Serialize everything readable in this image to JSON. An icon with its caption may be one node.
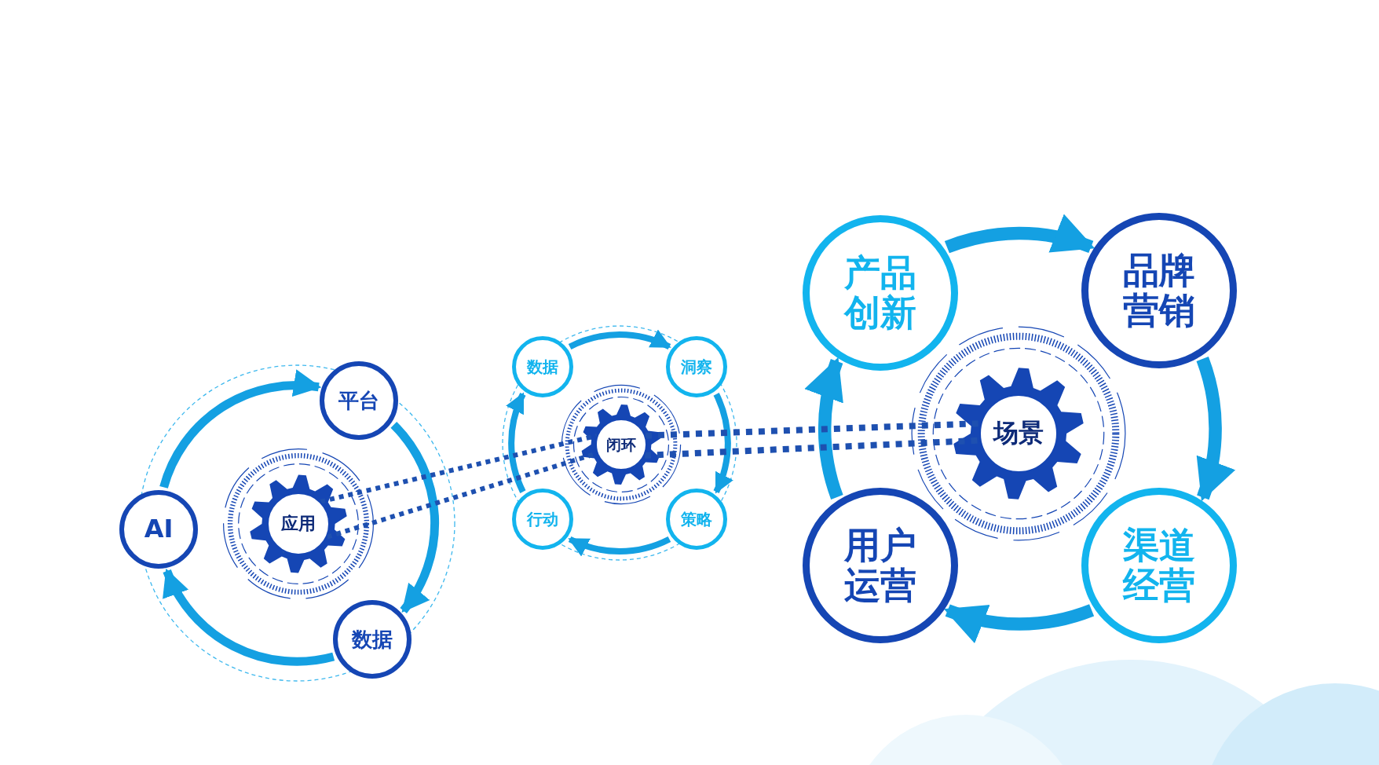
{
  "diagram": {
    "nodes": [
      {
        "text": [
          "平台"
        ]
      },
      {
        "text": [
          "AI"
        ]
      },
      {
        "text": [
          "数据"
        ]
      },
      {
        "text": [
          "应用"
        ]
      },
      {
        "text": [
          "数据"
        ]
      },
      {
        "text": [
          "洞察"
        ]
      },
      {
        "text": [
          "闭环"
        ]
      },
      {
        "text": [
          "行动"
        ]
      },
      {
        "text": [
          "策略"
        ]
      },
      {
        "text": [
          "产品创新"
        ]
      },
      {
        "text": [
          "品牌营销"
        ]
      },
      {
        "text": [
          "场景"
        ]
      },
      {
        "text": [
          "用户运营"
        ]
      },
      {
        "text": [
          "渠道经营"
        ]
      }
    ],
    "edges": [
      {
        "from": 0,
        "to": 2,
        "arrow": "to"
      },
      {
        "from": 2,
        "to": 1,
        "arrow": "to"
      },
      {
        "from": 1,
        "to": 0,
        "arrow": "to"
      },
      {
        "from": 4,
        "to": 5,
        "arrow": "to"
      },
      {
        "from": 5,
        "to": 8,
        "arrow": "to"
      },
      {
        "from": 8,
        "to": 7,
        "arrow": "to"
      },
      {
        "from": 7,
        "to": 4,
        "arrow": "to"
      },
      {
        "from": 9,
        "to": 10,
        "arrow": "to",
        "style": "thick"
      },
      {
        "from": 10,
        "to": 13,
        "arrow": "to",
        "style": "thick"
      },
      {
        "from": 13,
        "to": 12,
        "arrow": "to",
        "style": "thick"
      },
      {
        "from": 12,
        "to": 9,
        "arrow": "to",
        "style": "thick"
      },
      {
        "from": 3,
        "to": 6,
        "arrow": "none",
        "style": "dashed",
        "color": "#1e50b0"
      },
      {
        "from": 3,
        "to": 6,
        "arrow": "none",
        "style": "dashed",
        "color": "#1e50b0"
      },
      {
        "from": 6,
        "to": 11,
        "arrow": "none",
        "style": "dashed",
        "color": "#1e50b0"
      },
      {
        "from": 6,
        "to": 11,
        "arrow": "none",
        "style": "dashed",
        "color": "#1e50b0"
      }
    ]
  }
}
